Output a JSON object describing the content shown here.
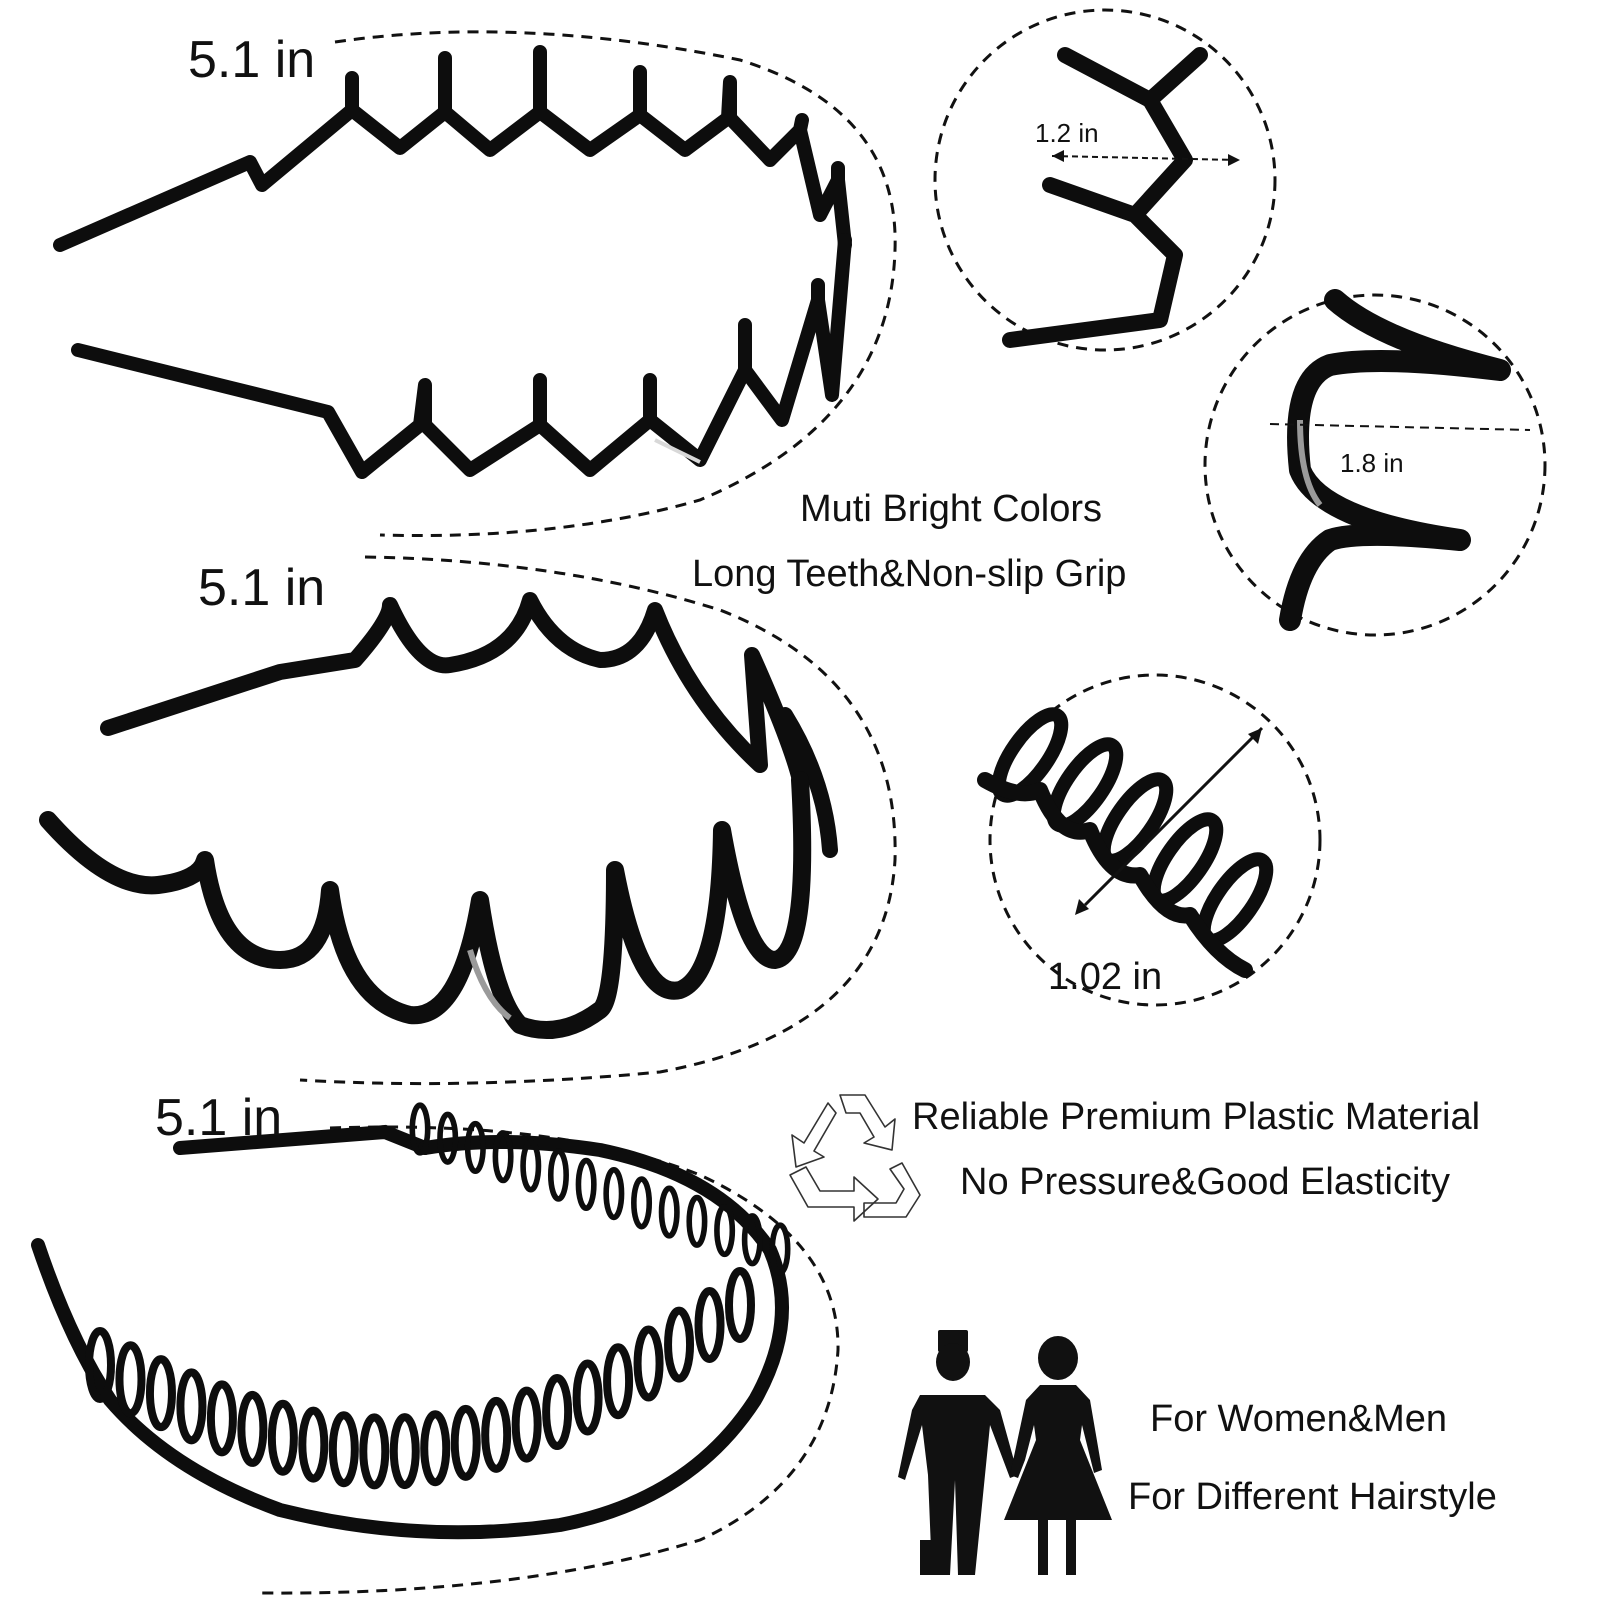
{
  "labels": {
    "band1_length": "5.1 in",
    "band2_length": "5.1 in",
    "band3_length": "5.1 in",
    "detail1_width": "1.2 in",
    "detail2_width": "1.8 in",
    "detail3_length": "1.02 in"
  },
  "features": {
    "colors": "Muti Bright Colors",
    "grip": "Long Teeth&Non-slip Grip",
    "material": "Reliable Premium Plastic Material",
    "elasticity": "No Pressure&Good Elasticity",
    "audience": "For Women&Men",
    "hairstyle": "For Different Hairstyle"
  },
  "icons": {
    "recycle": "recycle-icon",
    "couple": "couple-icon"
  },
  "colors": {
    "band": "#0d0d0d",
    "highlight": "#8a8a8a",
    "text": "#111111"
  }
}
